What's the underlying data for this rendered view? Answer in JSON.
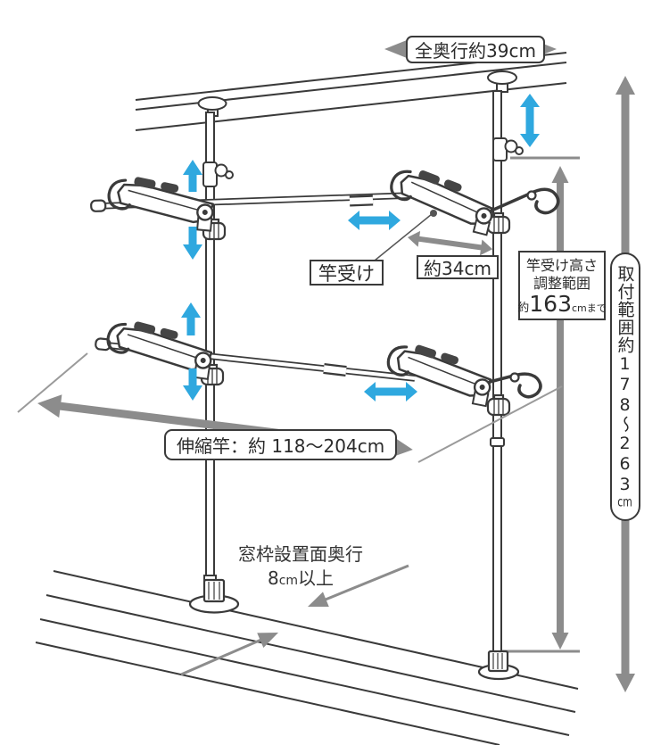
{
  "annotations": {
    "total_depth": {
      "text": "全奥行約39cm"
    },
    "pole_holder": {
      "text": "竿受け"
    },
    "arm_length": {
      "text": "約34cm"
    },
    "height_range": {
      "line1": "竿受け高さ",
      "line2": "調整範囲",
      "line3_prefix": "約",
      "line3_value": "163",
      "line3_unit": "cmまで"
    },
    "install_range": {
      "text_main": "取付範囲約178〜263",
      "unit": "cm"
    },
    "pole_length": {
      "text": "伸縮竿：約 118〜204cm"
    },
    "sill_depth": {
      "line1": "窓枠設置面奥行",
      "line2_value": "8",
      "line2_unit": "cm",
      "line2_suffix": "以上"
    }
  },
  "colors": {
    "background": "#ffffff",
    "outline": "#3a3a3a",
    "measure_arrow_gray": "#8c8c8c",
    "thin_guide_gray": "#9a9a9a",
    "direction_arrow_blue": "#2fa8df",
    "label_border": "#3a3a3a",
    "holder_clip_dark": "#454545"
  }
}
